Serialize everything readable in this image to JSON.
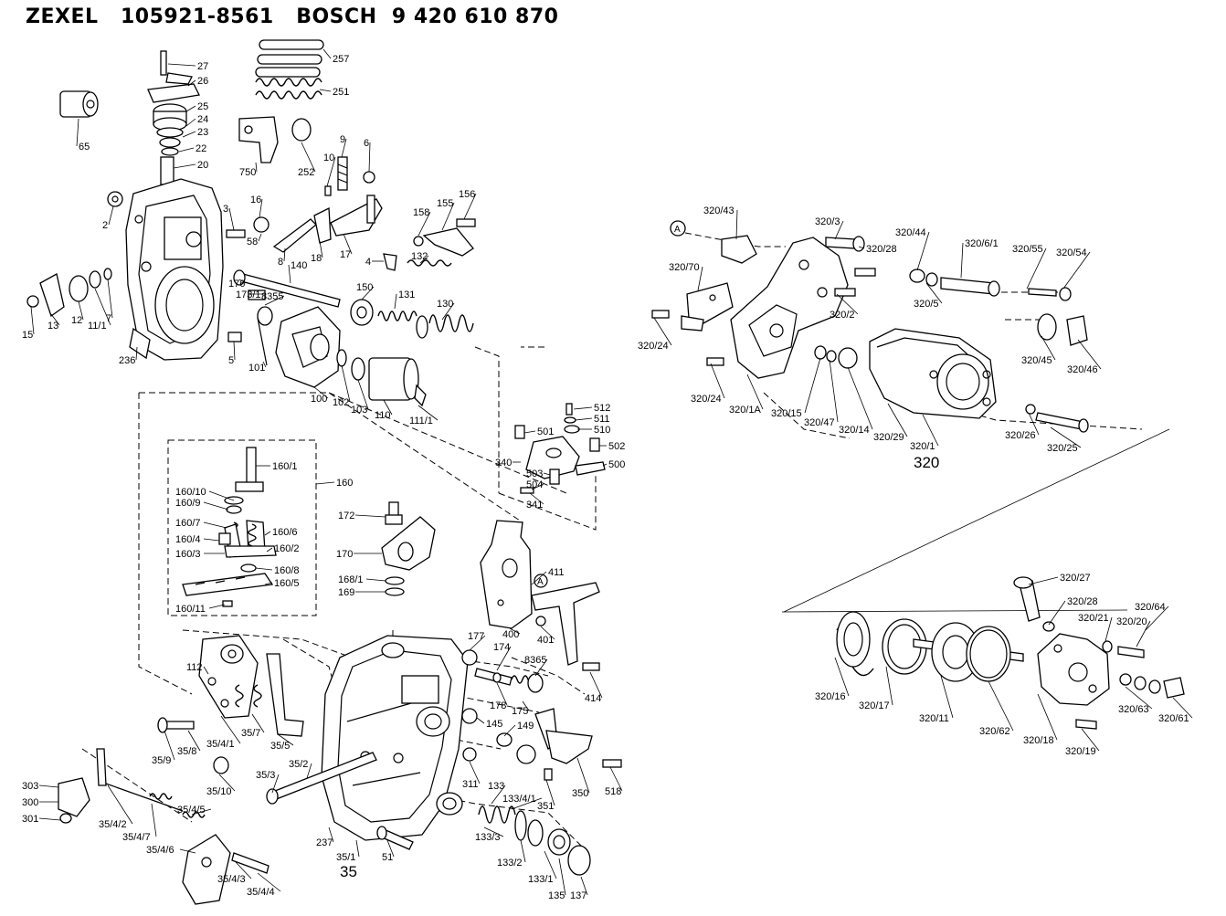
{
  "header": {
    "brand1": "ZEXEL",
    "part1": "105921-8561",
    "brand2": "BOSCH",
    "part2": "9 420 610 870"
  },
  "groups": {
    "g35": "35",
    "g320": "320"
  },
  "refs": {
    "circle_a": "A"
  },
  "labels": [
    "27",
    "26",
    "25",
    "24",
    "23",
    "22",
    "20",
    "257",
    "251",
    "65",
    "750",
    "252",
    "9",
    "10",
    "6",
    "2",
    "3",
    "16",
    "58",
    "8",
    "18",
    "17",
    "158",
    "155",
    "156",
    "4",
    "132",
    "15",
    "13",
    "12",
    "11/1",
    "7",
    "176",
    "140",
    "173/1",
    "8355",
    "150",
    "131",
    "130",
    "236",
    "5",
    "101",
    "100",
    "102",
    "103",
    "110",
    "111/1",
    "160/1",
    "160",
    "160/10",
    "160/9",
    "160/7",
    "160/6",
    "160/4",
    "160/2",
    "160/3",
    "160/8",
    "160/5",
    "160/11",
    "172",
    "170",
    "168/1",
    "169",
    "512",
    "511",
    "510",
    "501",
    "502",
    "500",
    "340",
    "503",
    "504",
    "341",
    "411",
    "400",
    "401",
    "177",
    "174",
    "8365",
    "414",
    "178",
    "175",
    "145",
    "149",
    "311",
    "350",
    "518",
    "351",
    "112",
    "35/4/1",
    "35/7",
    "35/5",
    "35/8",
    "35/9",
    "35/10",
    "35/3",
    "35/2",
    "303",
    "300",
    "301",
    "35/4/2",
    "35/4/7",
    "35/4/6",
    "35/4/5",
    "35/4/3",
    "35/4/4",
    "237",
    "35/1",
    "51",
    "133",
    "133/4/1",
    "133/3",
    "133/2",
    "133/1",
    "135",
    "137",
    "320/43",
    "320/3",
    "320/28",
    "320/44",
    "320/6/1",
    "320/55",
    "320/54",
    "320/70",
    "320/24",
    "320/2",
    "320/5",
    "320/45",
    "320/46",
    "320/24",
    "320/1A",
    "320/15",
    "320/47",
    "320/14",
    "320/29",
    "320/1",
    "320/26",
    "320/25",
    "320/27",
    "320/28",
    "320/64",
    "320/21",
    "320/20",
    "320/16",
    "320/17",
    "320/11",
    "320/62",
    "320/18",
    "320/19",
    "320/63",
    "320/61"
  ]
}
